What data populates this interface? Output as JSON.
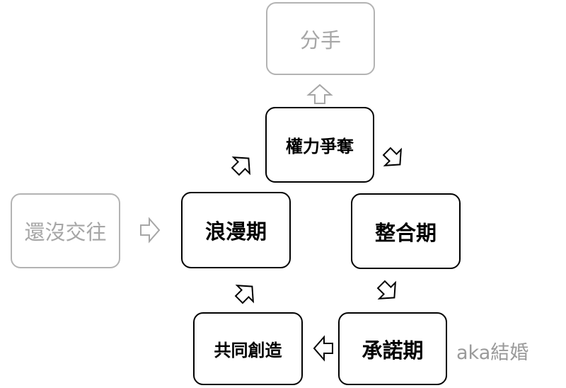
{
  "nodes": {
    "breakup": "分手",
    "power_struggle": "權力爭奪",
    "not_dating": "還沒交往",
    "romance": "浪漫期",
    "integration": "整合期",
    "co_creation": "共同創造",
    "commitment": "承諾期"
  },
  "caption": "aka結婚",
  "colors": {
    "active_border": "#000000",
    "inactive_border": "#b3b3b3",
    "inactive_text": "#a6a6a6",
    "caption_text": "#9a9a9a"
  },
  "icons": [
    "hollow-arrow-icon"
  ]
}
